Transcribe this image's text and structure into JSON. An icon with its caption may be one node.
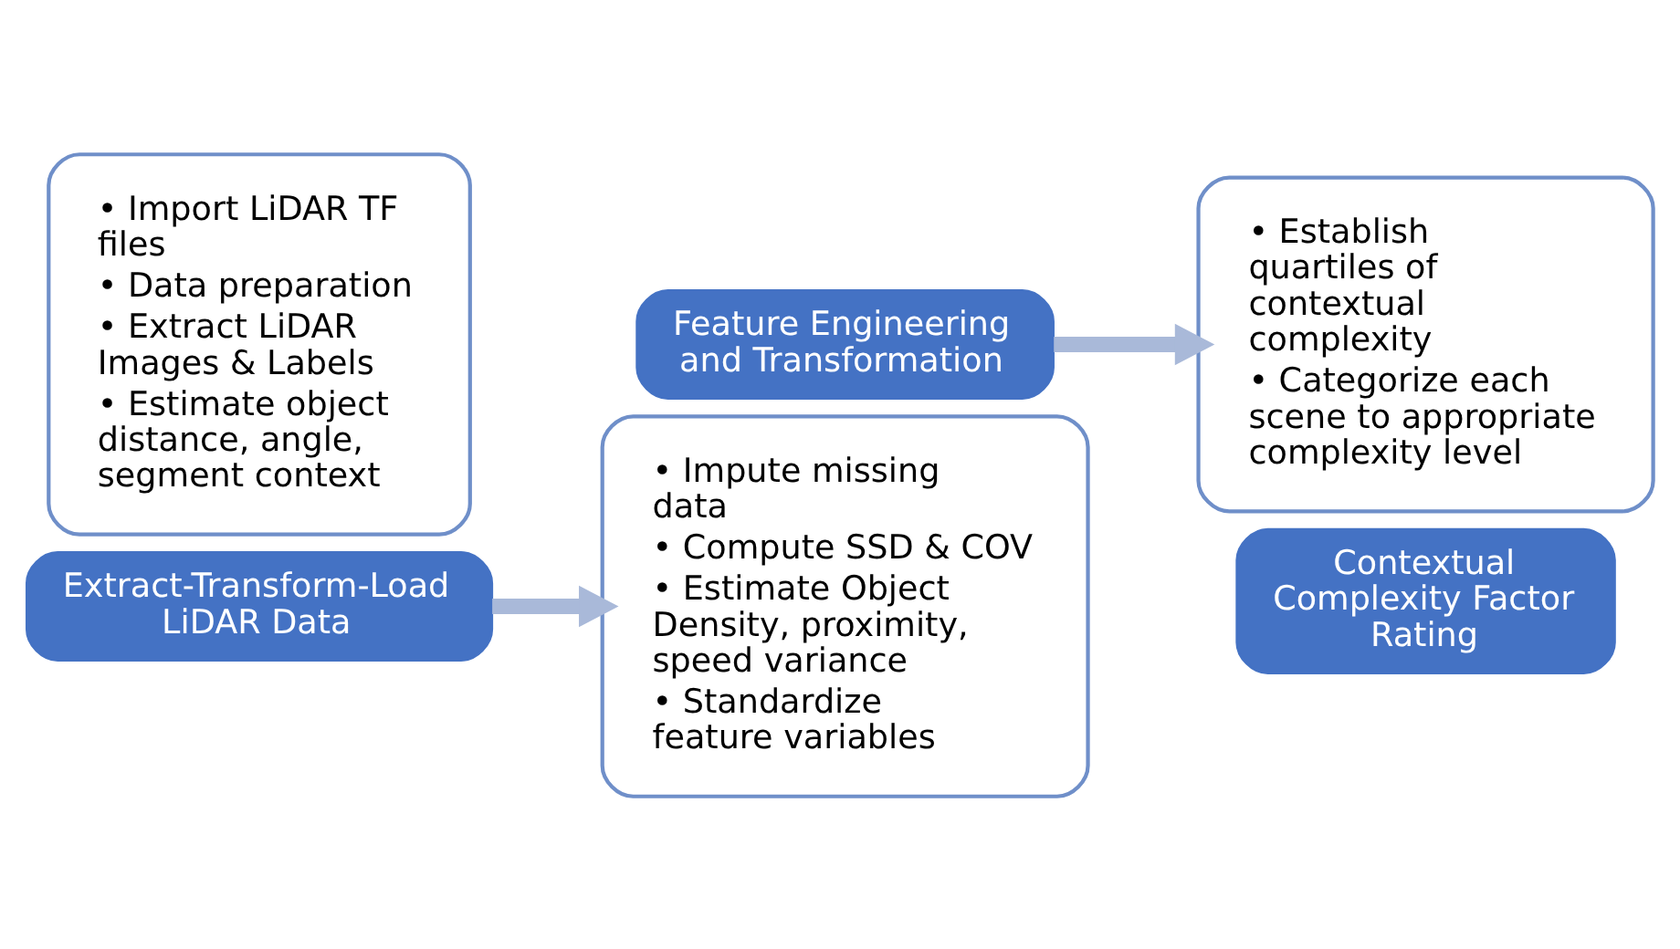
{
  "diagram": {
    "nodes": [
      {
        "text": [
          "• Import LiDAR TF files",
          "• Data preparation",
          "• Extract LiDAR Images & Labels",
          "• Estimate object distance, angle, segment context"
        ]
      },
      {
        "text": [
          "Extract-Transform-Load LiDAR Data"
        ]
      },
      {
        "text": [
          "• Impute missing data",
          "• Compute SSD & COV",
          "• Estimate Object Density, proximity, speed variance",
          "• Standardize feature variables"
        ]
      },
      {
        "text": [
          "Feature Engineering and Transformation"
        ]
      },
      {
        "text": [
          "• Establish quartiles of contextual complexity",
          "• Categorize each scene to appropriate complexity level"
        ]
      },
      {
        "text": [
          "Contextual Complexity Factor Rating"
        ]
      }
    ],
    "edges": [
      {
        "from": 1,
        "to": 2,
        "arrow": "to"
      },
      {
        "from": 3,
        "to": 4,
        "arrow": "to"
      }
    ]
  }
}
